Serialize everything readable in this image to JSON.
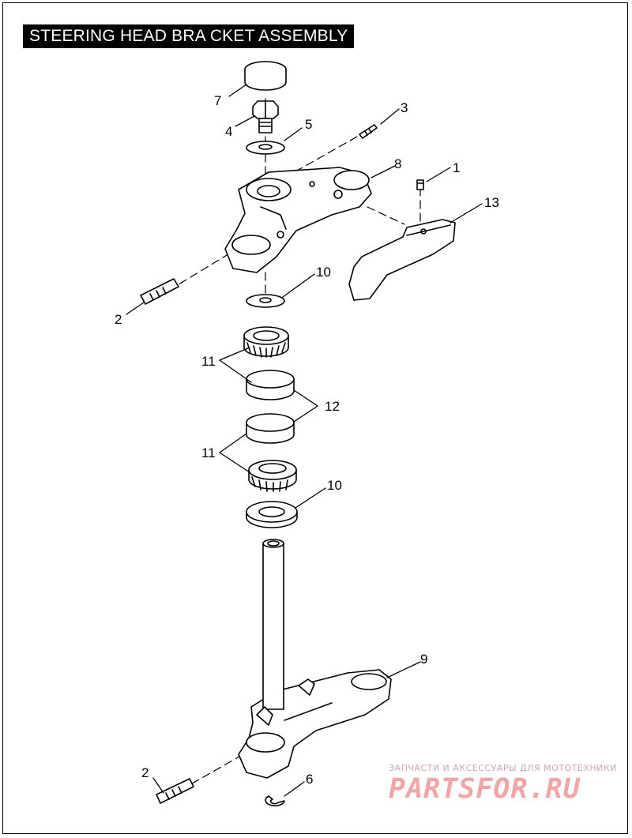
{
  "title": "STEERING HEAD BRA CKET ASSEMBLY",
  "colors": {
    "line": "#000000",
    "background": "#ffffff",
    "watermark": "#f0a6a6"
  },
  "callouts": {
    "c7": "7",
    "c4": "4",
    "c5": "5",
    "c3": "3",
    "c8": "8",
    "c1": "1",
    "c13": "13",
    "c2_top": "2",
    "c10_top": "10",
    "c11_top": "11",
    "c12": "12",
    "c11_bottom": "11",
    "c10_bottom": "10",
    "c9": "9",
    "c2_bottom": "2",
    "c6": "6"
  },
  "watermark": {
    "tagline": "ЗАПЧАСТИ И АКСЕССУАРЫ ДЛЯ МОТОТЕХНИКИ",
    "logo": "PARTSFOR.RU"
  }
}
